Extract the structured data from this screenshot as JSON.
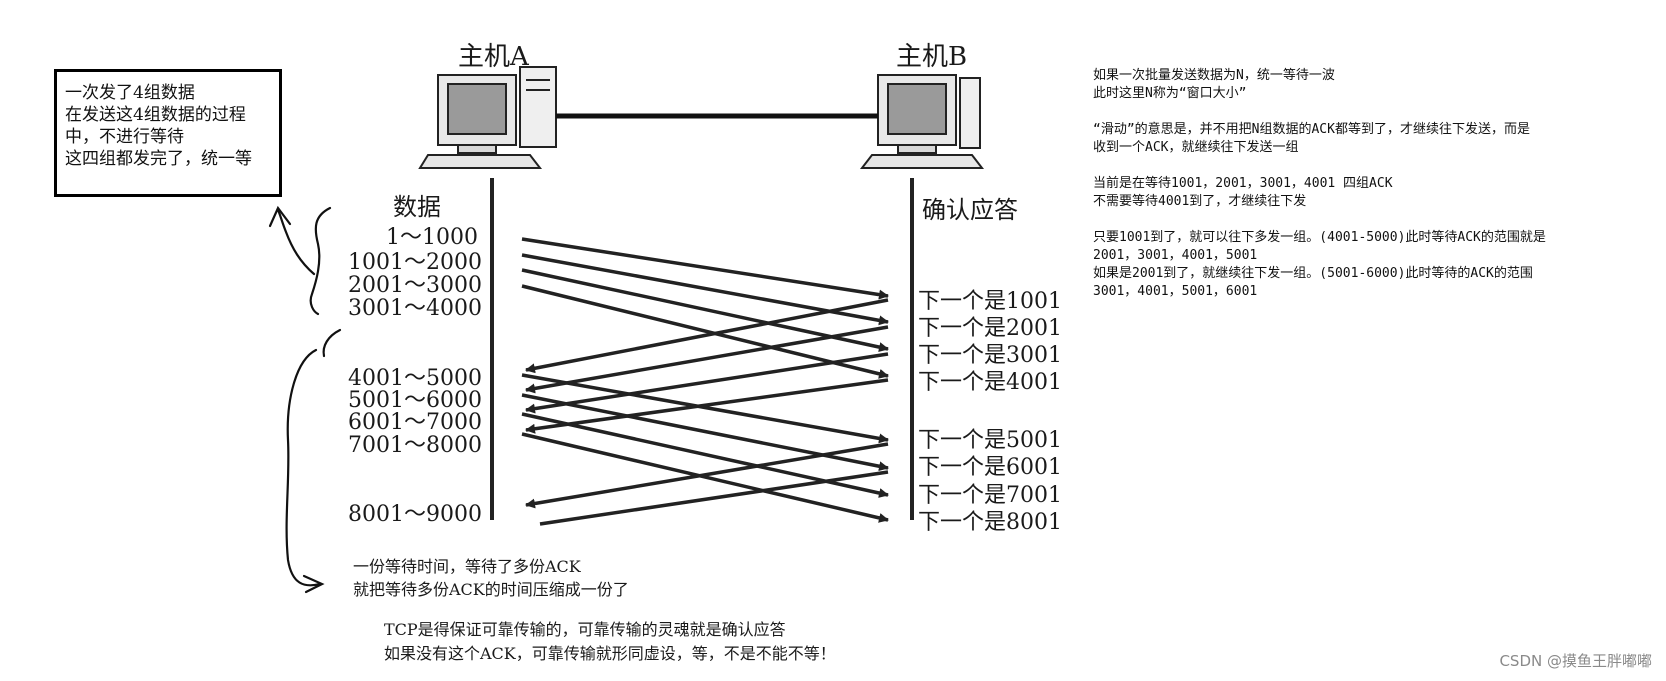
{
  "note_box": {
    "lines": [
      "一次发了4组数据",
      "在发送这4组数据的过程",
      "中，不进行等待",
      "这四组都发完了，统一等"
    ]
  },
  "hosts": {
    "a": "主机A",
    "b": "主机B"
  },
  "columns": {
    "data": "数据",
    "ack": "确认应答"
  },
  "ranges": [
    "1～1000",
    "1001～2000",
    "2001～3000",
    "3001～4000",
    "4001～5000",
    "5001～6000",
    "6001～7000",
    "7001～8000",
    "8001～9000"
  ],
  "acks": [
    "下一个是1001",
    "下一个是2001",
    "下一个是3001",
    "下一个是4001",
    "下一个是5001",
    "下一个是6001",
    "下一个是7001",
    "下一个是8001"
  ],
  "explanation": {
    "p1": [
      "如果一次批量发送数据为N，统一等待一波",
      "此时这里N称为“窗口大小”"
    ],
    "p2": [
      "“滑动”的意思是，并不用把N组数据的ACK都等到了，才继续往下发送，而是",
      "收到一个ACK，就继续往下发送一组"
    ],
    "p3": [
      "当前是在等待1001，2001，3001，4001 四组ACK",
      "不需要等待4001到了，才继续往下发"
    ],
    "p4": [
      "只要1001到了，就可以往下多发一组。(4001-5000)此时等待ACK的范围就是",
      "2001，3001，4001，5001",
      "如果是2001到了，就继续往下发一组。(5001-6000)此时等待的ACK的范围",
      "3001，4001，5001，6001"
    ]
  },
  "bottom_notes": [
    "一份等待时间，等待了多份ACK",
    "就把等待多份ACK的时间压缩成一份了"
  ],
  "final_notes": [
    "TCP是得保证可靠传输的，可靠传输的灵魂就是确认应答",
    "如果没有这个ACK，可靠传输就形同虚设，等，不是不能不等！"
  ],
  "watermark": "CSDN @摸鱼王胖嘟嘟"
}
